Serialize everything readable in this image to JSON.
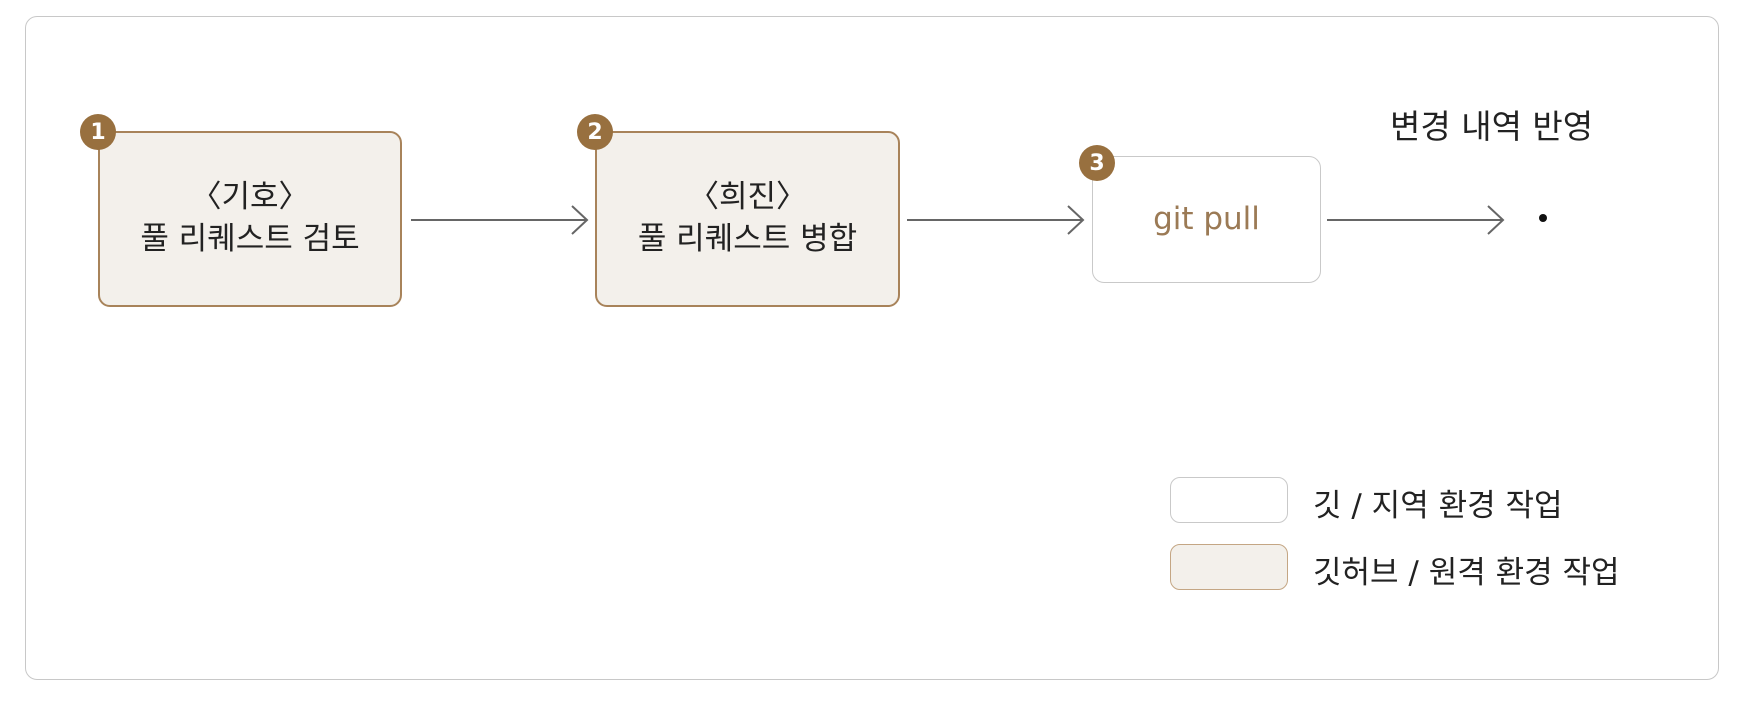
{
  "steps": [
    {
      "number": "1",
      "line1": "〈기호〉",
      "line2": "풀 리퀘스트 검토",
      "type": "remote"
    },
    {
      "number": "2",
      "line1": "〈희진〉",
      "line2": "풀 리퀘스트 병합",
      "type": "remote"
    },
    {
      "number": "3",
      "line1": "git pull",
      "type": "local"
    }
  ],
  "result_label": "변경 내역 반영",
  "legend": [
    {
      "label": "깃 / 지역 환경 작업",
      "type": "local"
    },
    {
      "label": "깃허브 / 원격 환경 작업",
      "type": "remote"
    }
  ],
  "colors": {
    "accent": "#98703f",
    "remote_fill": "#f3f0eb",
    "remote_border": "#a8835a",
    "local_border": "#c9c9c9",
    "git_text": "#9b7a55"
  }
}
